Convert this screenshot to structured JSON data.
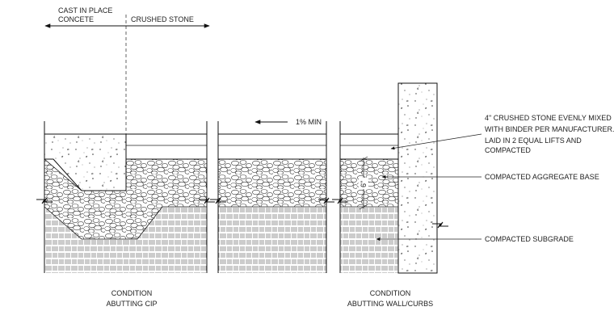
{
  "labels": {
    "cip_line1": "CAST IN PLACE",
    "cip_line2": "CONCETE",
    "crushed_stone": "CRUSHED STONE",
    "slope": "1% MIN",
    "depth": "6\"",
    "note_line1": "4\" CRUSHED STONE EVENLY MIXED",
    "note_line2": "WITH BINDER PER MANUFACTURER.",
    "note_line3": "LAID IN 2 EQUAL LIFTS AND",
    "note_line4": "COMPACTED",
    "aggregate_base": "COMPACTED AGGREGATE BASE",
    "subgrade": "COMPACTED SUBGRADE",
    "cond1_line1": "CONDITION",
    "cond1_line2": "ABUTTING CIP",
    "cond2_line1": "CONDITION",
    "cond2_line2": "ABUTTING WALL/CURBS"
  }
}
